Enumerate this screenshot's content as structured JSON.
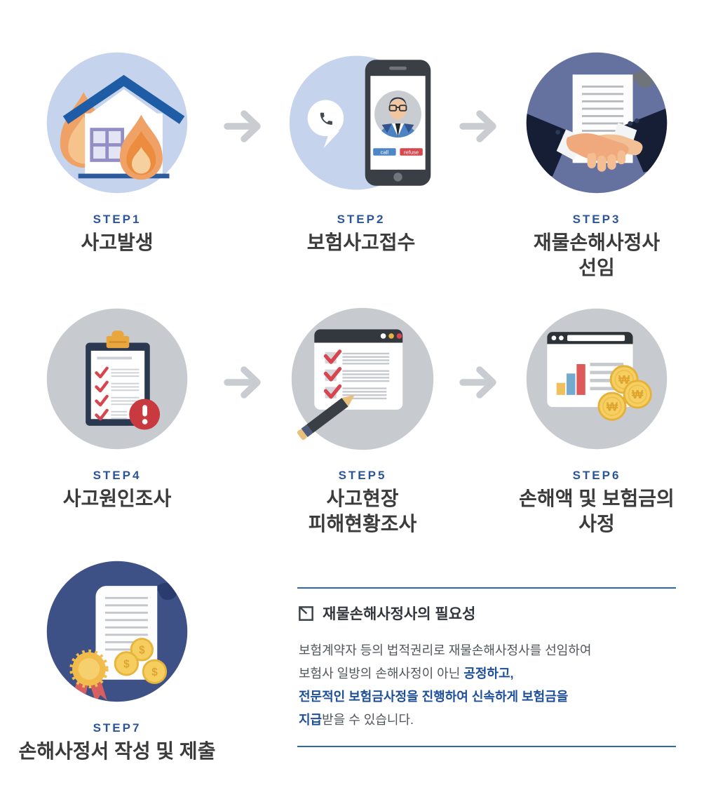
{
  "steps": [
    {
      "label": "STEP1",
      "title": "사고발생",
      "icon": "house-fire-icon"
    },
    {
      "label": "STEP2",
      "title": "보험사고접수",
      "icon": "phone-call-icon",
      "call_button": "call",
      "refuse_button": "refuse"
    },
    {
      "label": "STEP3",
      "title": "재물손해사정사",
      "title2": "선임",
      "icon": "handshake-contract-icon"
    },
    {
      "label": "STEP4",
      "title": "사고원인조사",
      "icon": "clipboard-alert-icon"
    },
    {
      "label": "STEP5",
      "title": "사고현장",
      "title2": "피해현황조사",
      "icon": "checklist-pencil-icon"
    },
    {
      "label": "STEP6",
      "title": "손해액 및 보험금의",
      "title2": "사정",
      "icon": "chart-coins-icon",
      "coin_symbol": "₩"
    },
    {
      "label": "STEP7",
      "title": "손해사정서 작성 및 제출",
      "icon": "certificate-coins-icon",
      "coin_symbol": "$"
    }
  ],
  "info": {
    "title": "재물손해사정사의 필요성",
    "l1": "보험계약자 등의 법적권리로 재물손해사정사를 선임하여",
    "l2a": "보험사 일방의 손해사정이 아닌 ",
    "l2b": "공정하고,",
    "l3": "전문적인 보험금사정을 진행하여 신속하게 보험금을",
    "l4a": "지급",
    "l4b": "받을 수 있습니다."
  },
  "colors": {
    "step_label_blue": "#2b5598",
    "title_dark": "#3b3b3b",
    "rule_blue": "#2a67b5",
    "highlight_blue": "#1d4f9a",
    "body_gray": "#51555c",
    "circle_light_blue": "#c5d4ec",
    "circle_gray": "#c7cacf",
    "circle_indigo": "#65729f",
    "circle_navy": "#3e5187",
    "arrow_gray": "#c9ccd1"
  }
}
